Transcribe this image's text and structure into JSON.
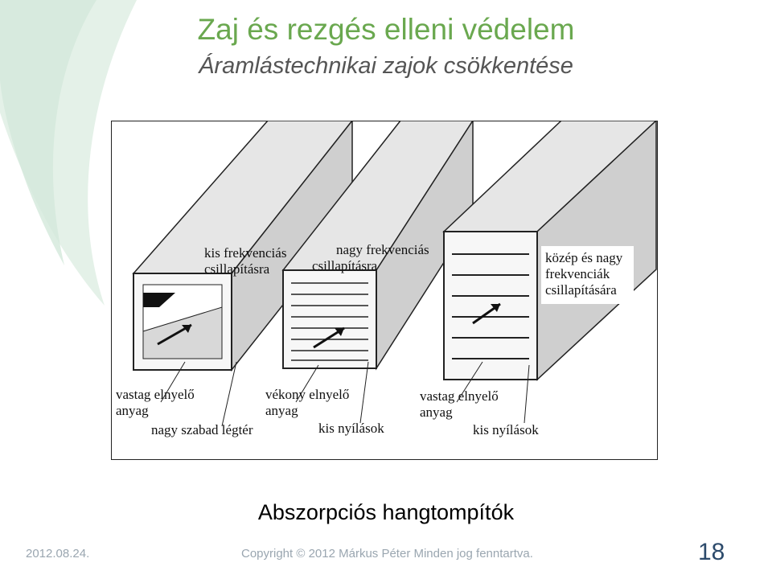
{
  "header": {
    "title": "Zaj és rezgés elleni védelem",
    "subtitle": "Áramlástechnikai zajok csökkentése"
  },
  "figure": {
    "labels": {
      "duct1_top": [
        "kis frekvenciás",
        "csillapításra"
      ],
      "duct2_top": [
        "nagy frekvenciás",
        "csillapításra"
      ],
      "duct3_side": [
        "közép és nagy",
        "frekvenciák",
        "csillapítására"
      ],
      "duct1_material": [
        "vastag elnyelő",
        "anyag"
      ],
      "duct1_space": "nagy szabad légtér",
      "duct2_material": [
        "vékony elnyelő",
        "anyag"
      ],
      "duct2_openings": "kis nyílások",
      "duct3_material": [
        "vastag elnyelő",
        "anyag"
      ],
      "duct3_openings": "kis nyílások"
    }
  },
  "caption": "Abszorpciós hangtompítók",
  "footer": {
    "date": "2012.08.24.",
    "copyright": "Copyright © 2012 Márkus Péter  Minden jog fenntartva.",
    "page": "18"
  },
  "colors": {
    "title": "#6aa84f",
    "decor": "#dfeee3",
    "page_number": "#2c4a6b"
  }
}
